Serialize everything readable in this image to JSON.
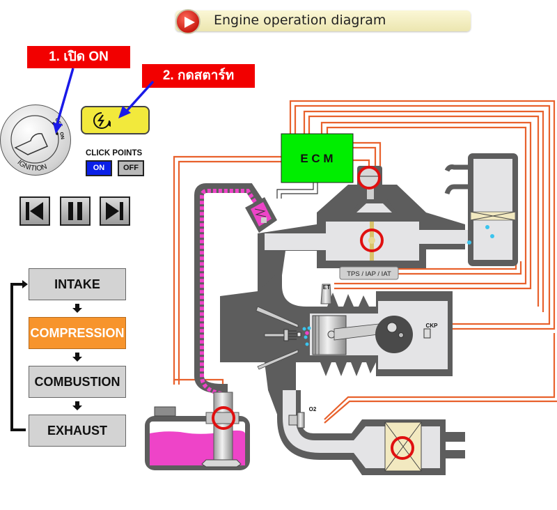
{
  "header": {
    "title": "Engine operation diagram",
    "play_icon": "play-icon"
  },
  "instructions": {
    "step1": "1. เปิด ON",
    "step2": "2. กดสตาร์ท"
  },
  "ignition": {
    "label": "IGNITION",
    "positions": [
      "OFF",
      "ON"
    ]
  },
  "start_button": {
    "icon": "starter-icon"
  },
  "click_points": {
    "label": "CLICK POINTS",
    "on": "ON",
    "off": "OFF",
    "selected": "ON"
  },
  "media_controls": [
    {
      "name": "previous",
      "icon": "skip-back-icon"
    },
    {
      "name": "pause",
      "icon": "pause-icon"
    },
    {
      "name": "next",
      "icon": "skip-forward-icon"
    }
  ],
  "cycle": {
    "steps": [
      "INTAKE",
      "COMPRESSION",
      "COMBUSTION",
      "EXHAUST"
    ],
    "active": "COMPRESSION"
  },
  "diagram": {
    "ecm_label": "E C M",
    "sensor_label": "TPS / IAP / IAT",
    "et_label": "ET",
    "ckp_label": "CKP",
    "o2_label": "O2"
  },
  "colors": {
    "wire": "#e8612c",
    "ecm": "#00ee00",
    "fuel": "#ee44c8",
    "body": "#5d5d5d",
    "channel": "#e4e4e6",
    "highlight": "#e01010",
    "active_step": "#f7942c",
    "click_on": "#0a20e8"
  }
}
